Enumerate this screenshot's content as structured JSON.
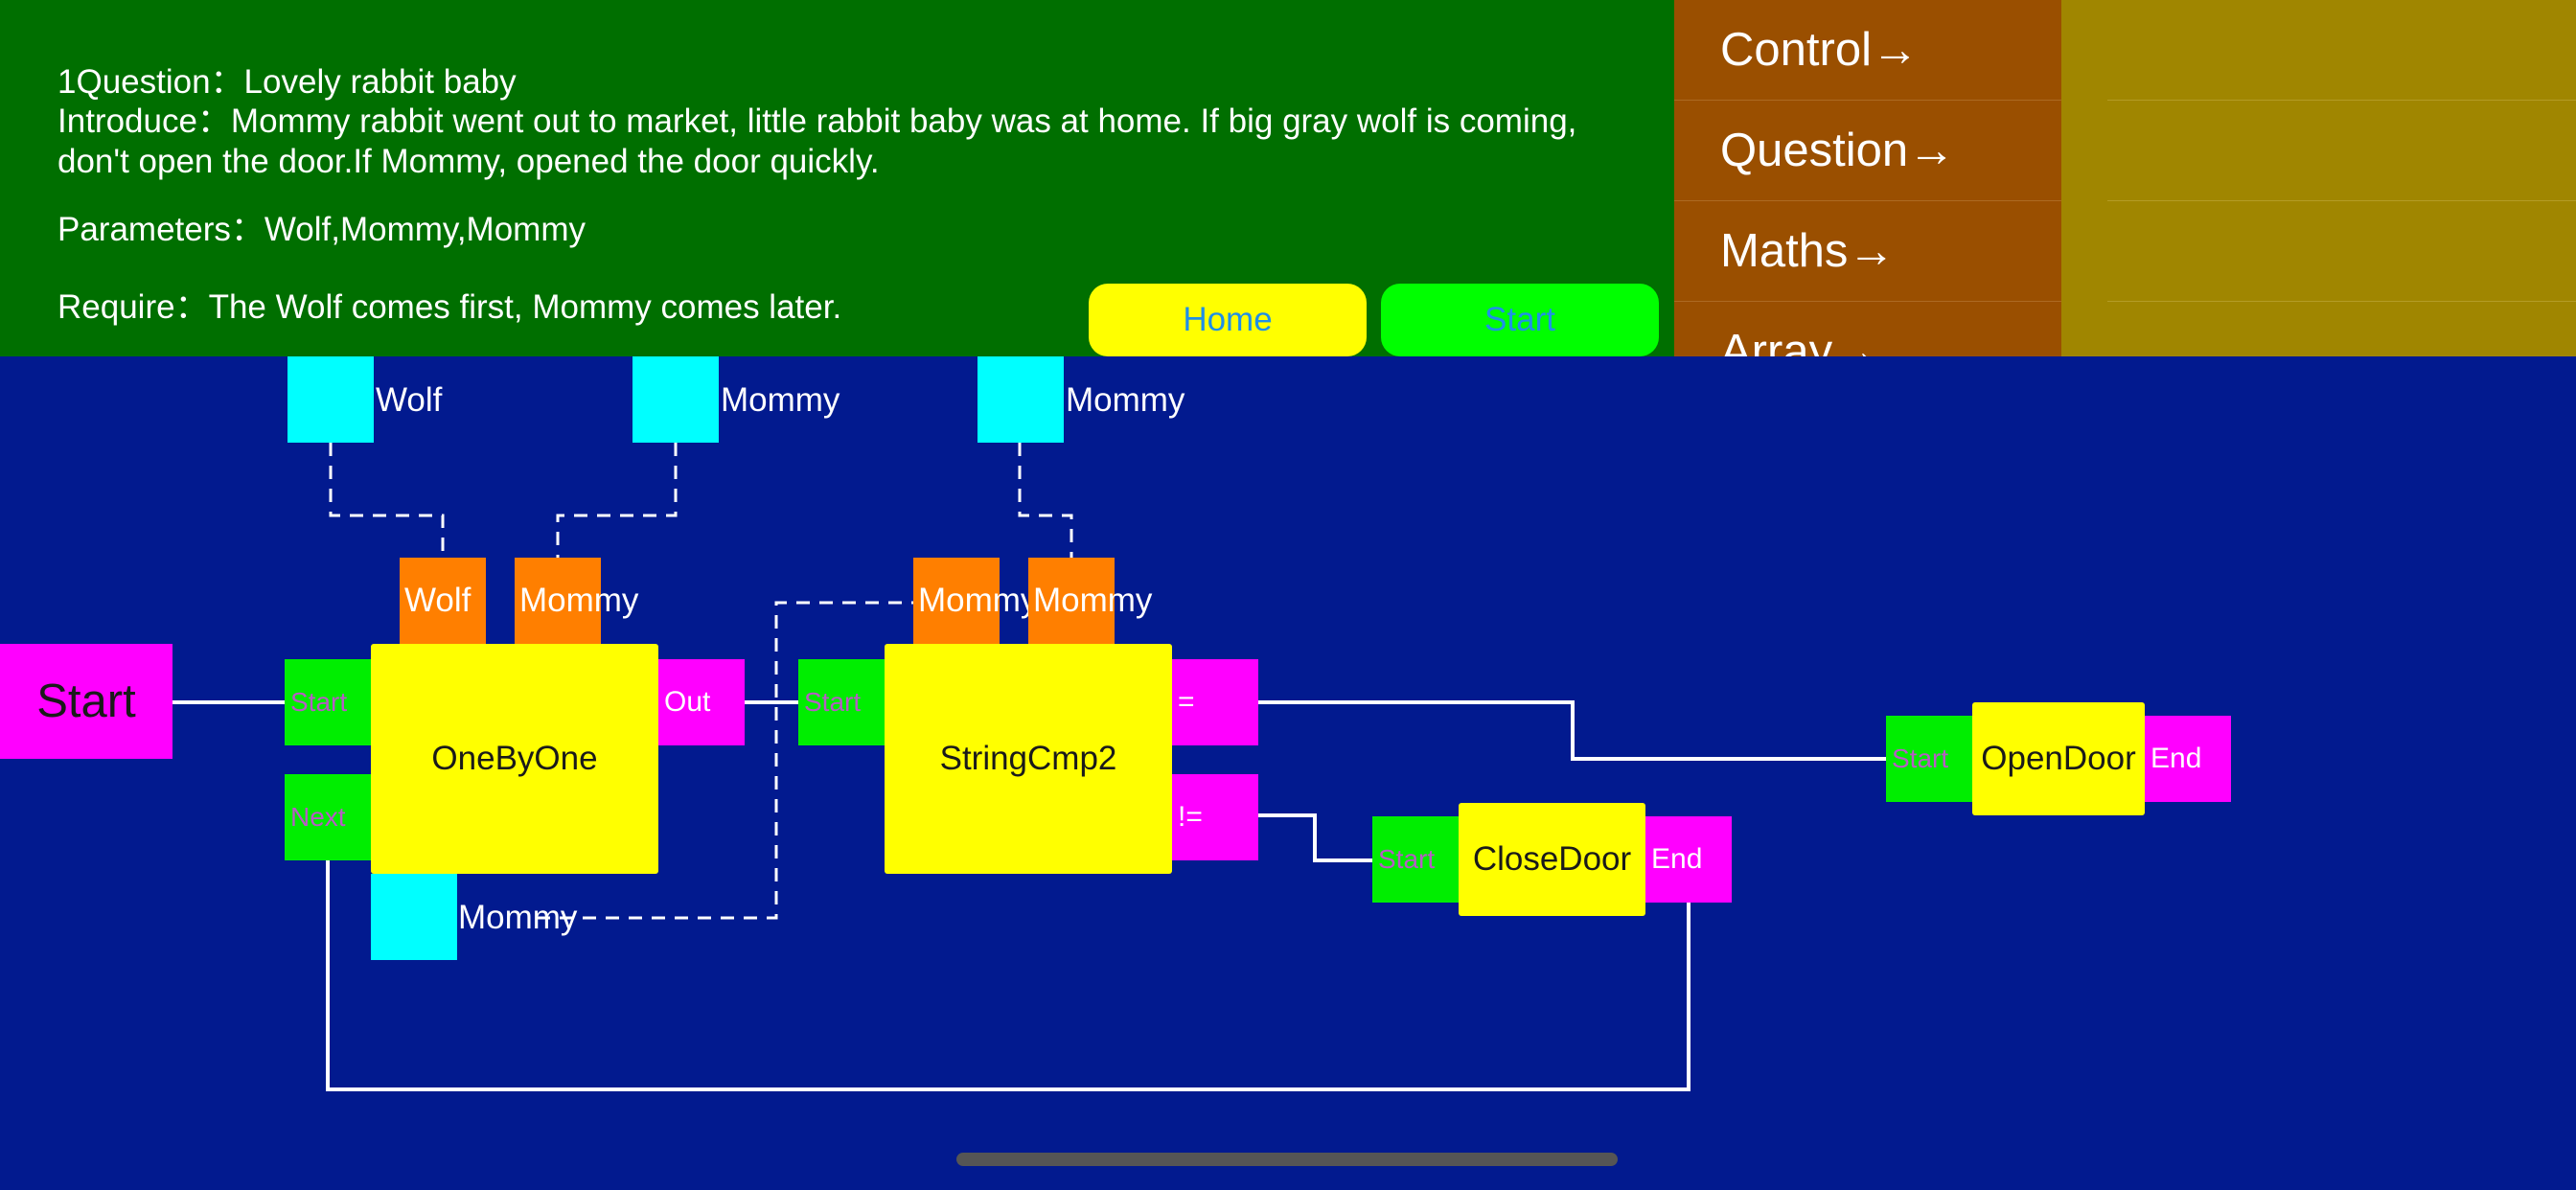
{
  "question": {
    "title": "1Question：Lovely rabbit baby",
    "introduce": "Introduce：Mommy rabbit went out to market, little rabbit baby was at home. If big gray wolf is coming, don't open the door.If Mommy, opened the door quickly.",
    "parameters": "Parameters：Wolf,Mommy,Mommy",
    "require": "Require：The Wolf comes first, Mommy comes later."
  },
  "buttons": {
    "home": "Home",
    "start": "Start"
  },
  "menu": {
    "items": [
      {
        "label": "Control→"
      },
      {
        "label": "Question→"
      },
      {
        "label": "Maths→"
      },
      {
        "label": "Array→"
      }
    ]
  },
  "canvas": {
    "variables": [
      "Wolf",
      "Mommy",
      "Mommy",
      "Mommy"
    ],
    "start_node": "Start",
    "nodes": {
      "onebyone": {
        "label": "OneByOne",
        "in_start": "Start",
        "in_next": "Next",
        "out": "Out",
        "params": [
          "Wolf",
          "Mommy"
        ]
      },
      "stringcmp": {
        "label": "StringCmp2",
        "in_start": "Start",
        "out_eq": "=",
        "out_neq": "!=",
        "params": [
          "Mommy",
          "Mommy"
        ]
      },
      "closedoor": {
        "label": "CloseDoor",
        "in_start": "Start",
        "out_end": "End"
      },
      "opendoor": {
        "label": "OpenDoor",
        "in_start": "Start",
        "out_end": "End"
      }
    }
  },
  "colors": {
    "canvas_bg": "#021a8f",
    "question_bg": "#006f00",
    "menu_bg": "#9a4f00",
    "submenu_bg": "#a08600",
    "node": "#ffff00",
    "input_port": "#00ee00",
    "output_port": "#ff00ff",
    "param_port": "#ff7f00",
    "variable": "#00ffff"
  }
}
